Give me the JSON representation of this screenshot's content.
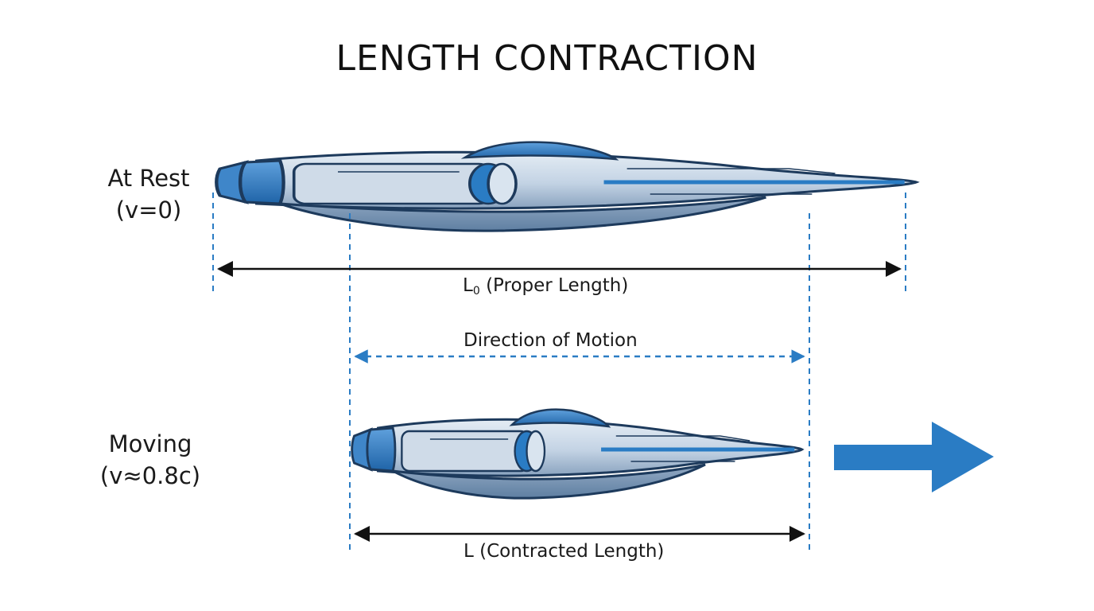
{
  "title": "LENGTH CONTRACTION",
  "rest": {
    "label_line1": "At Rest",
    "label_line2": "(v=0)"
  },
  "moving": {
    "label_line1": "Moving",
    "label_line2": "(v≈0.8c)"
  },
  "proper_length": {
    "symbol": "L",
    "subscript": "0",
    "text": "(Proper Length)"
  },
  "direction_label": "Direction of Motion",
  "contracted_length_label": "L (Contracted Length)",
  "colors": {
    "accent_blue": "#2a7cc4",
    "hull_light": "#d6e2ee",
    "hull_mid": "#b9cade",
    "hull_dark": "#7f98b4",
    "outline": "#1d3a5c",
    "dimension_line": "#111111"
  }
}
